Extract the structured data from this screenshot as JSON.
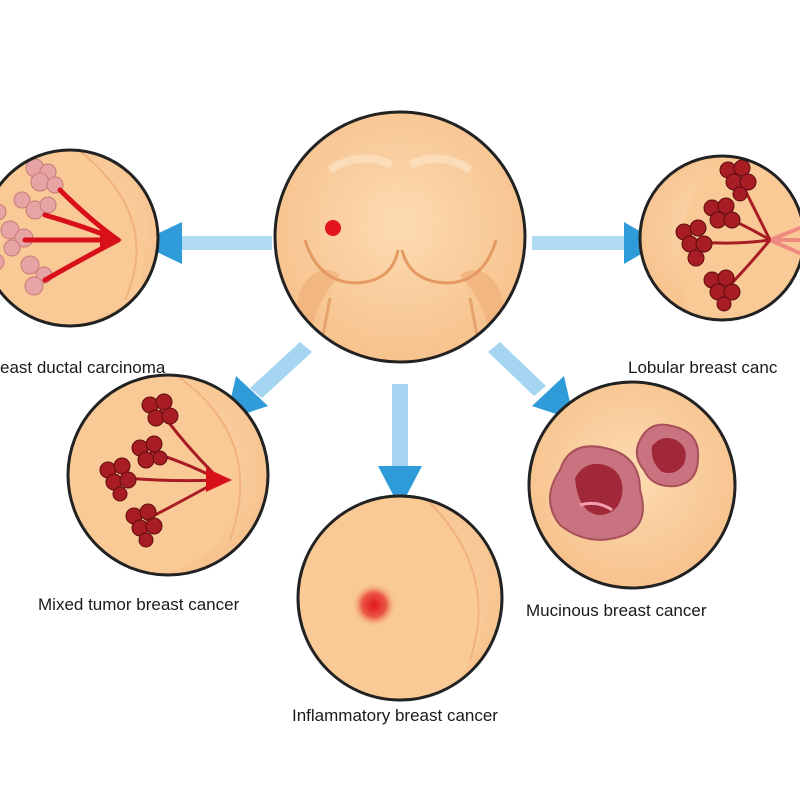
{
  "diagram": {
    "center": {
      "name": "torso",
      "marker_color": "#e0141a"
    },
    "types": [
      {
        "key": "ductal",
        "label": "east ductal carcinoma"
      },
      {
        "key": "lobular",
        "label": "Lobular breast canc"
      },
      {
        "key": "mixed",
        "label": "Mixed tumor breast cancer"
      },
      {
        "key": "inflammatory",
        "label": "Inflammatory breast cancer"
      },
      {
        "key": "mucinous",
        "label": "Mucinous breast cancer"
      }
    ],
    "colors": {
      "skin": "#f9cd9d",
      "skin_dark": "#e9aa74",
      "outline": "#222222",
      "arrow": "#2f9bd8",
      "lobule_light": "#e6a4a4",
      "lobule_dark": "#a81c24",
      "duct": "#d8101a"
    }
  }
}
